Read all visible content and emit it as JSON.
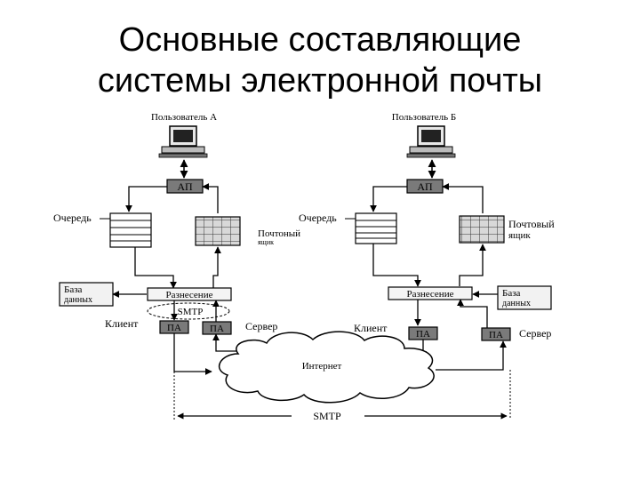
{
  "slide": {
    "title_line1": "Основные составляющие",
    "title_line2": "системы электронной почты"
  },
  "diagram": {
    "user_a": "Пользователь А",
    "user_b": "Пользователь Б",
    "ap": "АП",
    "queue": "Очередь",
    "mailbox_a_line1": "Почтоный",
    "mailbox_a_line2": "ящик",
    "mailbox_b_line1": "Почтовый",
    "mailbox_b_line2": "ящик",
    "database_line1": "База",
    "database_line2": "данных",
    "dispatch": "Разнесение",
    "smtp": "SMTP",
    "client": "Клиент",
    "server": "Сервер",
    "pa": "ПА",
    "internet": "Интернет"
  }
}
